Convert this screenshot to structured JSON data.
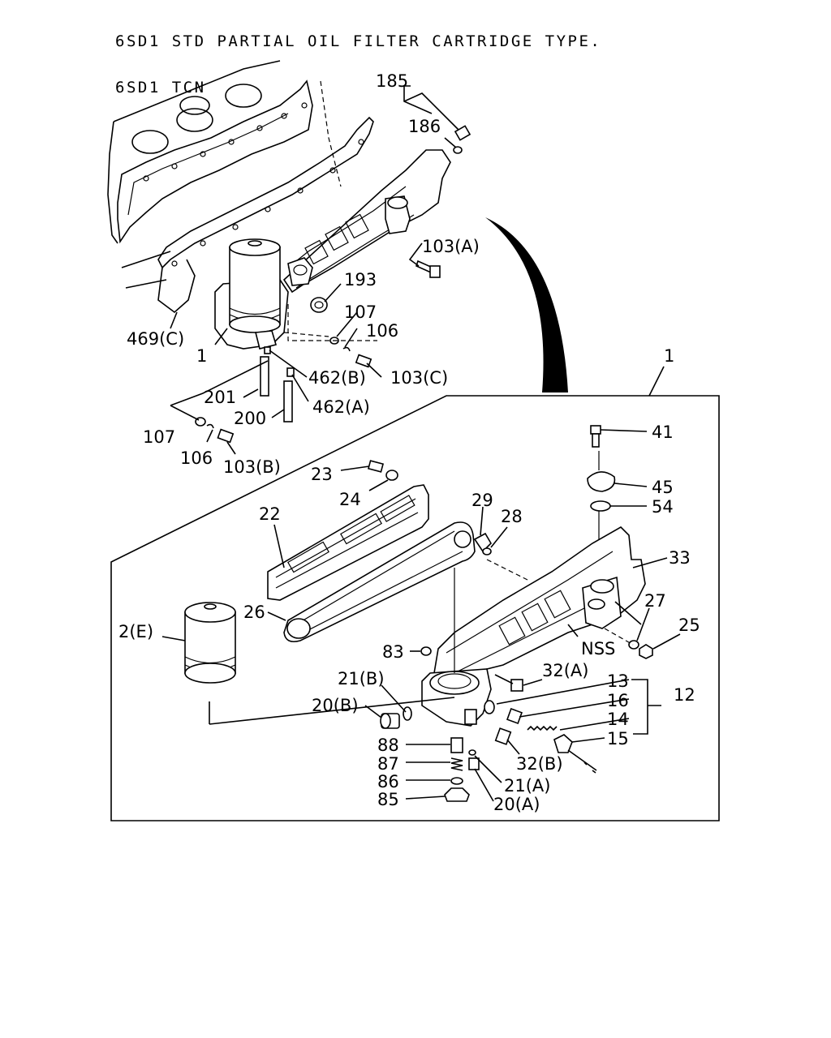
{
  "header": {
    "line1": "6SD1 STD PARTIAL OIL FILTER CARTRIDGE TYPE.",
    "line2": "6SD1 TCN"
  },
  "labels": {
    "l185": "185",
    "l186": "186",
    "l103a_top": "103(A)",
    "l193": "193",
    "l107_top": "107",
    "l106_top": "106",
    "l469c": "469(C)",
    "l1_top": "1",
    "l462b": "462(B)",
    "l103c": "103(C)",
    "l201": "201",
    "l462a": "462(A)",
    "l200": "200",
    "l107_bot": "107",
    "l106_bot": "106",
    "l103b": "103(B)",
    "l1_box": "1",
    "l41": "41",
    "l45": "45",
    "l54": "54",
    "l23": "23",
    "l24": "24",
    "l22": "22",
    "l29": "29",
    "l28": "28",
    "l33": "33",
    "l26": "26",
    "l2e": "2(E)",
    "l27": "27",
    "l25": "25",
    "lnss": "NSS",
    "l83": "83",
    "l32a": "32(A)",
    "l21b": "21(B)",
    "l13": "13",
    "l16": "16",
    "l12": "12",
    "l20b": "20(B)",
    "l14": "14",
    "l15": "15",
    "l88": "88",
    "l32b": "32(B)",
    "l87": "87",
    "l86": "86",
    "l21a": "21(A)",
    "l85": "85",
    "l20a": "20(A)"
  }
}
